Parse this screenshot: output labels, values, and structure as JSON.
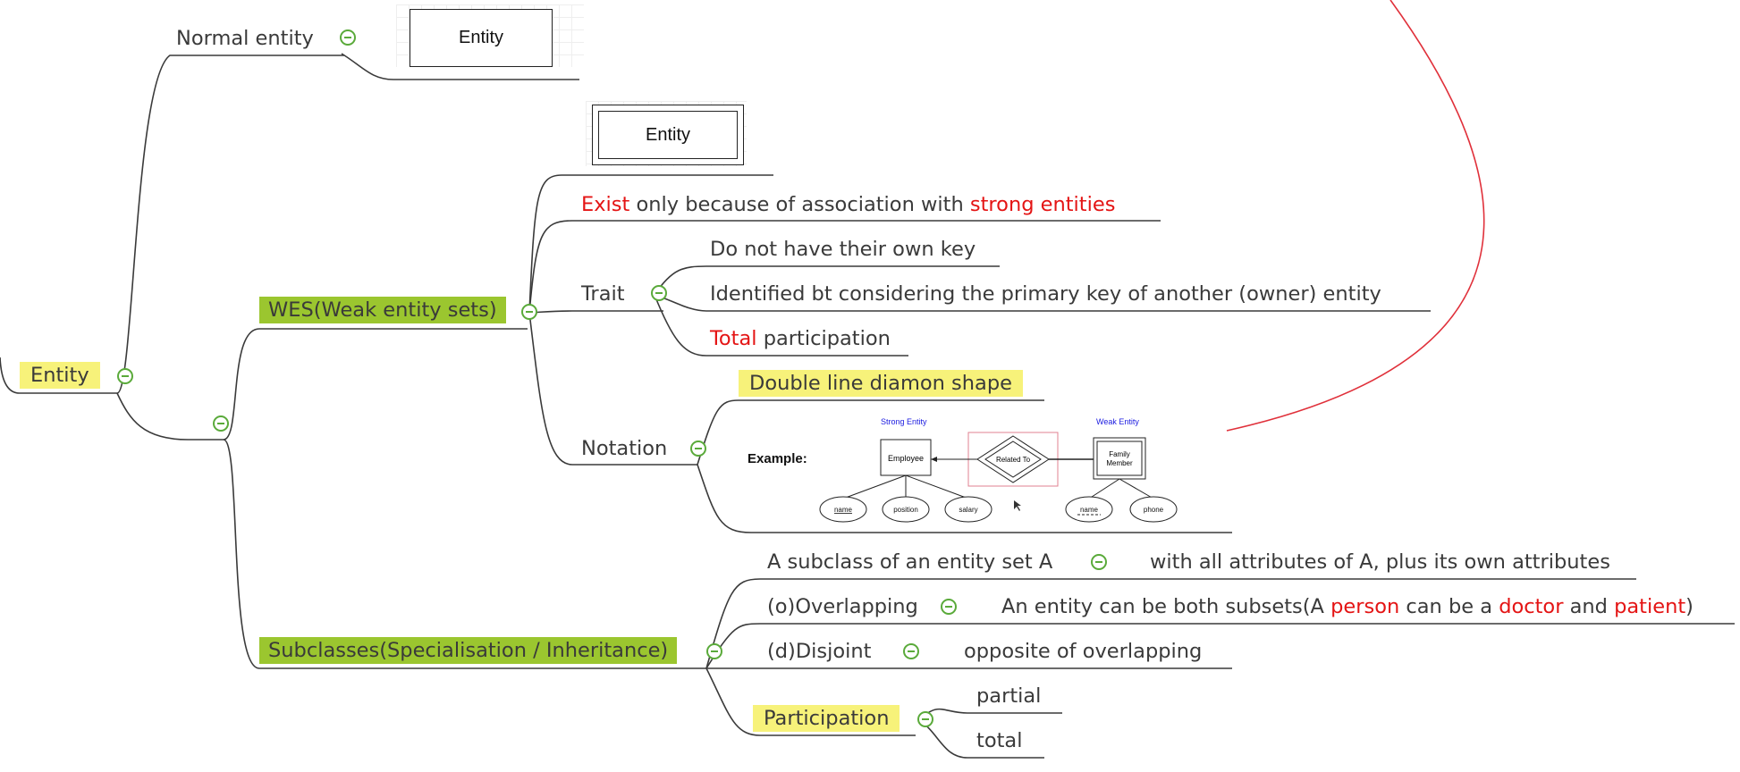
{
  "root": {
    "label": "Entity"
  },
  "normal_entity": {
    "label": "Normal entity",
    "box_label": "Entity"
  },
  "wes": {
    "label": "WES(Weak entity sets)",
    "box_label": "Entity",
    "exist": {
      "part1": "Exist",
      "part2": " only because of association with ",
      "part3": "strong entities"
    },
    "trait": {
      "label": "Trait",
      "items": [
        "Do not have their own key",
        "Identified bt considering the primary key of another (owner) entity"
      ],
      "total": {
        "part1": "Total",
        "part2": " participation"
      }
    },
    "notation": {
      "label": "Notation",
      "double_line": "Double line diamon shape",
      "example": {
        "label": "Example:",
        "strong_entity_title": "Strong Entity",
        "weak_entity_title": "Weak Entity",
        "employee": "Employee",
        "related_to": "Related To",
        "family_member_line1": "Family",
        "family_member_line2": "Member",
        "attributes_left": [
          "name",
          "position",
          "salary"
        ],
        "attributes_right": [
          "name",
          "phone"
        ]
      }
    }
  },
  "subclasses": {
    "label": "Subclasses(Specialisation / Inheritance)",
    "subclass": {
      "label": "A subclass of an entity set A",
      "detail": "with all attributes of A, plus its own attributes"
    },
    "overlapping": {
      "label": "(o)Overlapping",
      "detail": {
        "p1": "An entity can be both subsets(A ",
        "p2": "person",
        "p3": " can be a ",
        "p4": "doctor",
        "p5": " and ",
        "p6": "patient",
        "p7": ")"
      }
    },
    "disjoint": {
      "label": "(d)Disjoint",
      "detail": "opposite of overlapping"
    },
    "participation": {
      "label": "Participation",
      "items": [
        "partial",
        "total"
      ]
    }
  },
  "colors": {
    "branch_line": "#333333",
    "green_topic": "#9bc62f",
    "yellow_topic": "#f7f27a",
    "highlight_red": "#e41414",
    "collapse_icon": "#5aaa3a",
    "relationship_curve": "#e0303a"
  },
  "icons": [
    "collapse-minus-icon"
  ]
}
